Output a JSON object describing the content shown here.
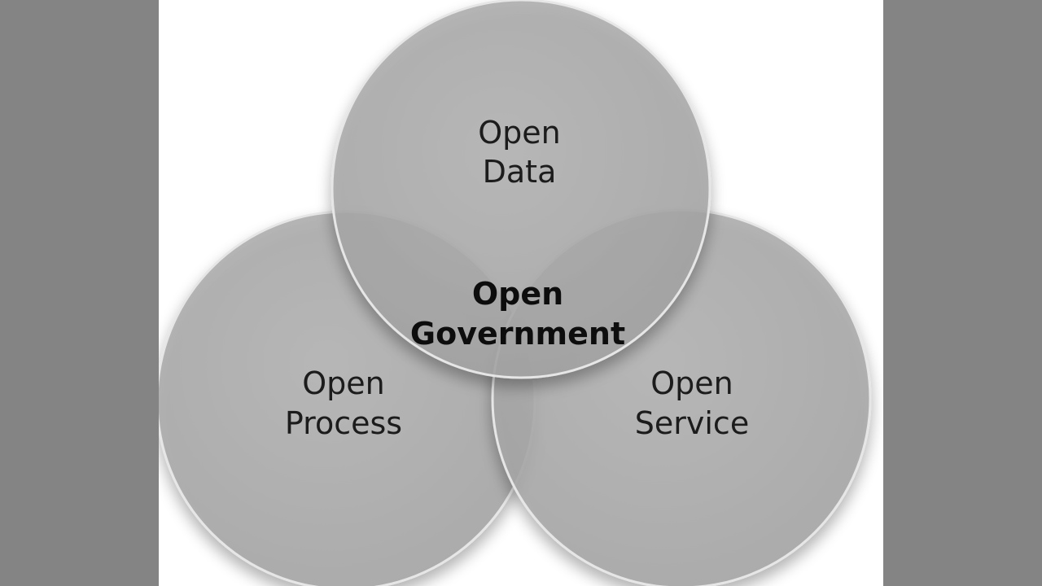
{
  "diagram": {
    "center": {
      "line1": "Open",
      "line2": "Government"
    },
    "circles": [
      {
        "id": "data",
        "line1": "Open",
        "line2": "Data"
      },
      {
        "id": "process",
        "line1": "Open",
        "line2": "Process"
      },
      {
        "id": "service",
        "line1": "Open",
        "line2": "Service"
      }
    ],
    "colors": {
      "background": "#848484",
      "canvas": "#ffffff",
      "circle_fill": "#9a9a9a"
    }
  }
}
